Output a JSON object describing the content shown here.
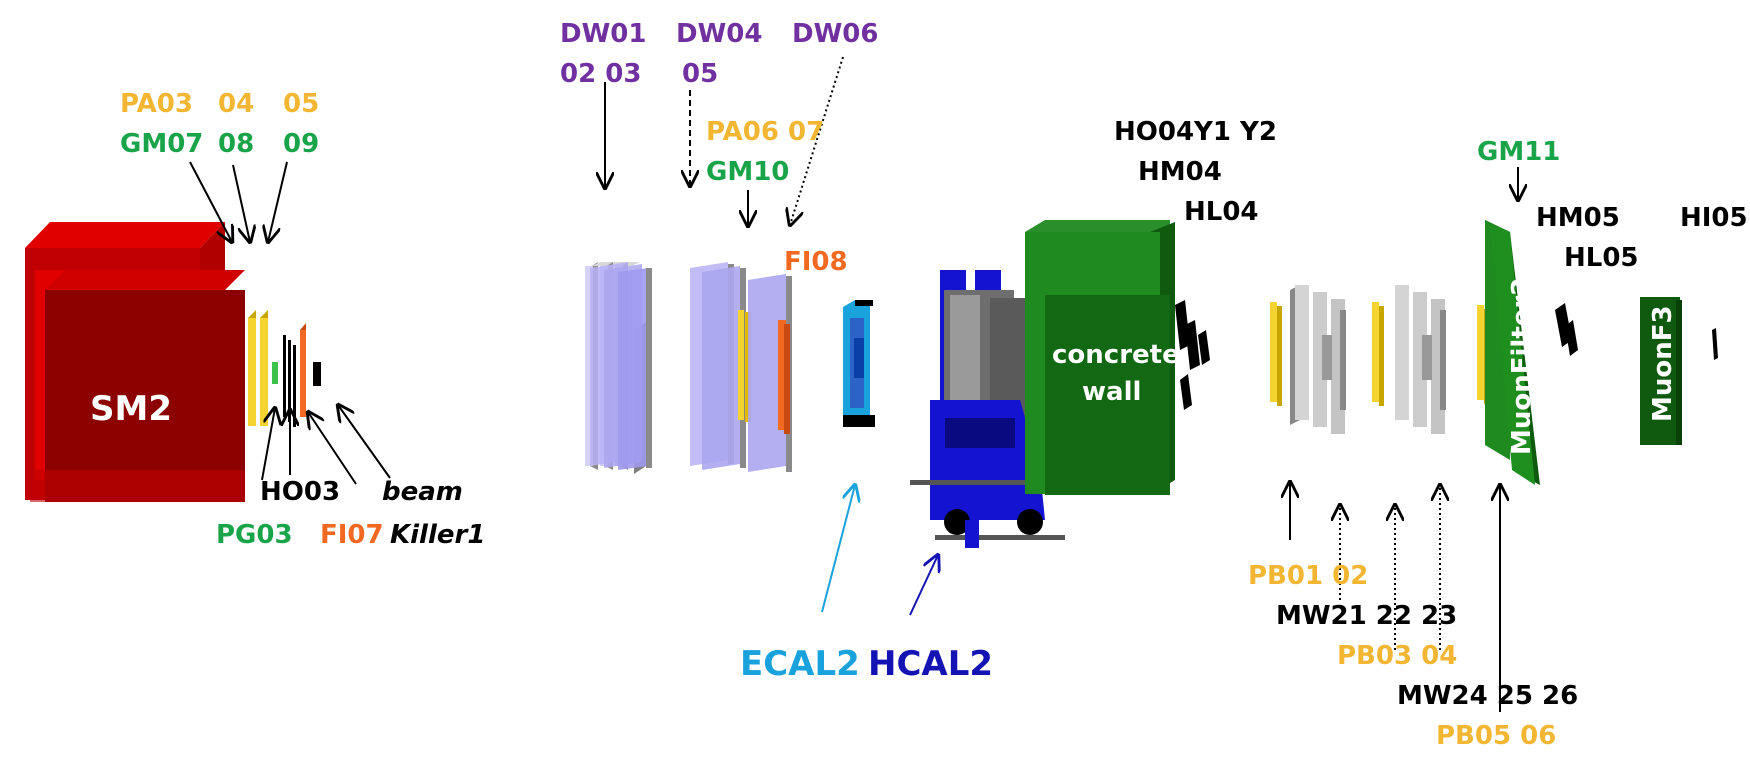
{
  "colors": {
    "purple": "#7030a0",
    "yellow": "#f2b632",
    "green": "#1aa44a",
    "orange": "#f26a21",
    "black": "#000000",
    "cyan": "#1aa2dc",
    "blue": "#1414b4",
    "magnet_red": "#c00000",
    "magnet_dark": "#8c0000",
    "wall_green": "#1e7a1e",
    "filter_green": "#1f8a1f",
    "chamber_violet": "#b7b2f5",
    "hcal_blue": "#1414d0"
  },
  "components": {
    "sm2": "SM2",
    "concrete_wall_line1": "concrete",
    "concrete_wall_line2": "wall",
    "muonfilter2": "MuonFilter2",
    "muonf3": "MuonF3"
  },
  "labels": {
    "pa03": "PA03",
    "pa04": "04",
    "pa05": "05",
    "gm07": "GM07",
    "gm08": "08",
    "gm09": "09",
    "pg03": "PG03",
    "ho03": "HO03",
    "fi07": "FI07",
    "beam_killer_line1": "beam",
    "beam_killer_line2": "Killer1",
    "dw01": "DW01",
    "dw04": "DW04",
    "dw06": "DW06",
    "dw0203": "02 03",
    "dw05": "05",
    "pa0607": "PA06 07",
    "gm10": "GM10",
    "fi08": "FI08",
    "ho04y1y2": "HO04Y1 Y2",
    "hm04": "HM04",
    "hl04": "HL04",
    "gm11": "GM11",
    "hm05": "HM05",
    "hl05": "HL05",
    "hi05": "HI05",
    "ecal2": "ECAL2",
    "hcal2": "HCAL2",
    "pb0102": "PB01 02",
    "mw212223": "MW21 22 23",
    "pb0304": "PB03 04",
    "mw242526": "MW24 25 26",
    "pb0506": "PB05 06"
  }
}
